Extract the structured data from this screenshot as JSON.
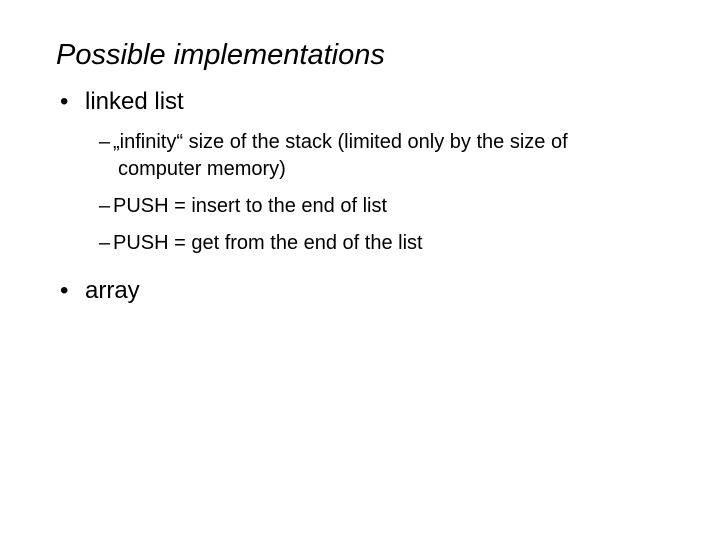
{
  "slide": {
    "title": "Possible implementations",
    "background_color": "#ffffff",
    "text_color": "#000000",
    "level1_marker": "•",
    "level2_marker": "–",
    "outline": [
      {
        "level": 1,
        "text": "linked list",
        "children": [
          {
            "level": 2,
            "text": "„infinity“ size of the stack (limited only by the size of computer memory)"
          },
          {
            "level": 2,
            "text": "PUSH = insert to the end of list"
          },
          {
            "level": 2,
            "text": "PUSH = get from the end of the list"
          }
        ]
      },
      {
        "level": 1,
        "text": "array",
        "children": []
      }
    ]
  }
}
